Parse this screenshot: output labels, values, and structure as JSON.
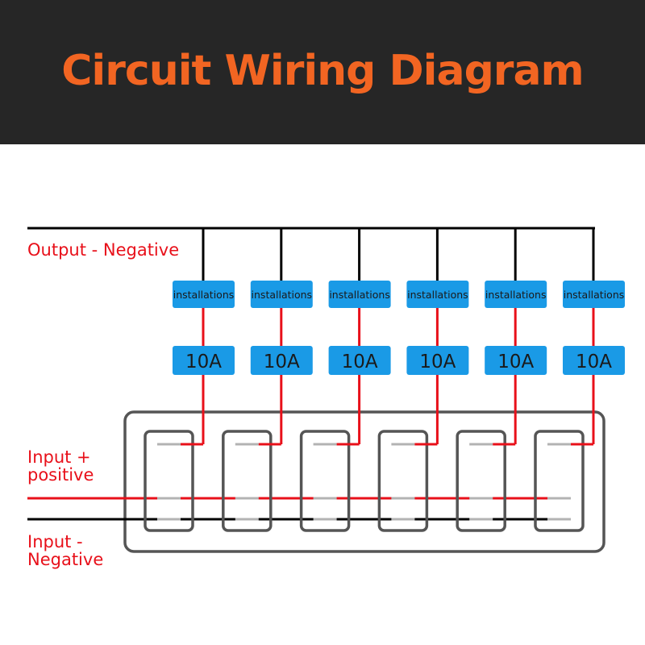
{
  "title": "Circuit Wiring Diagram",
  "labels": {
    "output_negative": "Output - Negative",
    "input_positive_line1": "Input +",
    "input_positive_line2": "positive",
    "input_negative_line1": "Input -",
    "input_negative_line2": "Negative"
  },
  "channels": [
    {
      "load": "installations",
      "fuse": "10A"
    },
    {
      "load": "installations",
      "fuse": "10A"
    },
    {
      "load": "installations",
      "fuse": "10A"
    },
    {
      "load": "installations",
      "fuse": "10A"
    },
    {
      "load": "installations",
      "fuse": "10A"
    },
    {
      "load": "installations",
      "fuse": "10A"
    }
  ],
  "colors": {
    "header_bg": "#262626",
    "title": "#f26522",
    "positive_wire": "#e8101a",
    "negative_wire": "#000000",
    "box_fill": "#1a9ae6",
    "frame": "#555555",
    "terminal": "#b3b3b3"
  }
}
